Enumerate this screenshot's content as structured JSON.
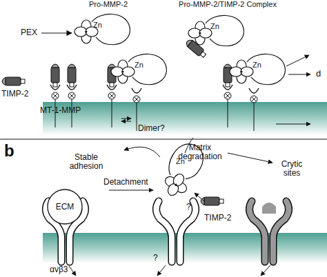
{
  "diagram": {
    "nodes": [
      {
        "text": [
          "ECM"
        ]
      }
    ],
    "labels": [
      "Pro-MMP-2",
      "Pro-MMP-2/TIMP-2 Complex",
      "PEX",
      "Zn",
      "Zn",
      "TIMP-2",
      "Zn",
      "Zn",
      "d",
      "MT-1-MMP",
      "Dimer?",
      "b",
      "Stable adhesion",
      "Matrix degradation",
      "Crytic sites",
      "Zn",
      "Detachment",
      "?",
      "TIMP-2",
      "?",
      "αvβ3"
    ]
  }
}
